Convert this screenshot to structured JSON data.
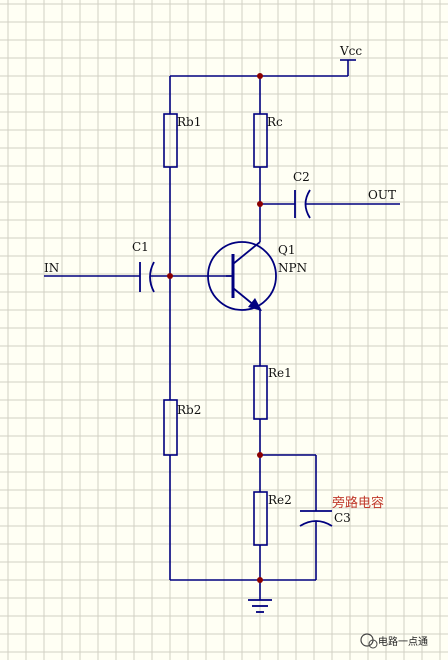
{
  "components": {
    "vcc": "Vcc",
    "rb1": "Rb1",
    "rc": "Rc",
    "c2": "C2",
    "out": "OUT",
    "q1": "Q1",
    "npn": "NPN",
    "c1": "C1",
    "in": "IN",
    "re1": "Re1",
    "rb2": "Rb2",
    "re2": "Re2",
    "c3": "C3"
  },
  "annotation": "旁路电容",
  "watermark": "电路一点通",
  "colors": {
    "background": "#fffff4",
    "grid": "#d2d0c4",
    "wire": "#00007f",
    "junction": "#8b0000",
    "annotation": "#c0392b"
  }
}
